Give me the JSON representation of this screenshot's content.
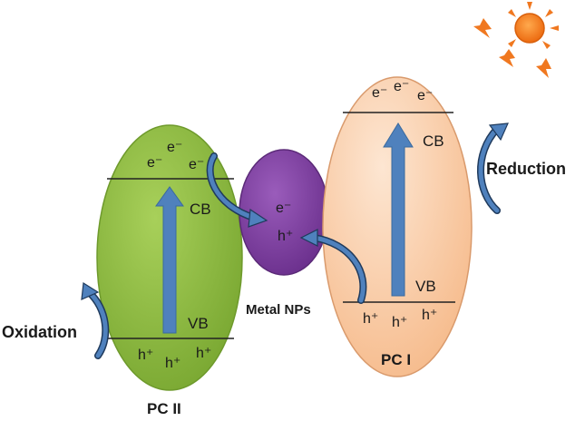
{
  "diagram": {
    "pc2": {
      "name": "PC II",
      "cb": "CB",
      "vb": "VB",
      "electrons": [
        "e⁻",
        "e⁻",
        "e⁻"
      ],
      "holes": [
        "h⁺",
        "h⁺",
        "h⁺"
      ],
      "process": "Oxidation",
      "fill_color": "#8ab83a"
    },
    "metal": {
      "name": "Metal NPs",
      "electron": "e⁻",
      "hole": "h⁺",
      "fill_color": "#7b3f9e"
    },
    "pc1": {
      "name": "PC I",
      "cb": "CB",
      "vb": "VB",
      "electrons": [
        "e⁻",
        "e⁻",
        "e⁻"
      ],
      "holes": [
        "h⁺",
        "h⁺",
        "h⁺"
      ],
      "process": "Reduction",
      "fill_color": "#f8c9a4"
    },
    "arrow_color": "#4f81bd",
    "sun_color": "#f07820"
  }
}
